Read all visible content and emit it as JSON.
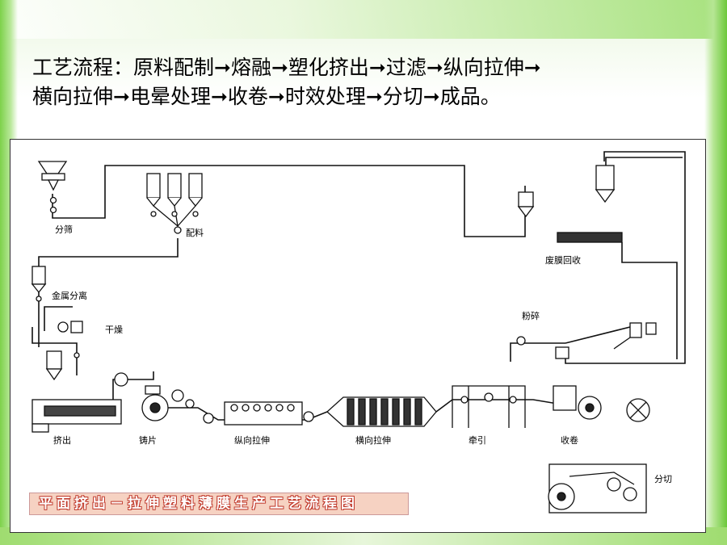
{
  "slide": {
    "title_line1": "工艺流程：原料配制➞熔融➞塑化挤出➞过滤➞纵向拉伸➞",
    "title_line2": "横向拉伸➞电晕处理➞收卷➞时效处理➞分切➞成品。"
  },
  "diagram": {
    "labels": {
      "storage": "分筛",
      "batching": "配料",
      "metal_separation": "金属分离",
      "drying": "干燥",
      "extrusion": "挤出",
      "casting": "铸片",
      "md_stretch": "纵向拉伸",
      "td_stretch": "横向拉伸",
      "haul_off": "牵引",
      "winding": "收卷",
      "scrap_recovery": "废膜回收",
      "crushing": "粉碎",
      "slitting": "分切"
    },
    "caption": "平面挤出－拉伸塑料薄膜生产工艺流程图"
  },
  "colors": {
    "accent_green": "#7dd14a",
    "caption_red": "#c0392b",
    "line": "#111111"
  }
}
